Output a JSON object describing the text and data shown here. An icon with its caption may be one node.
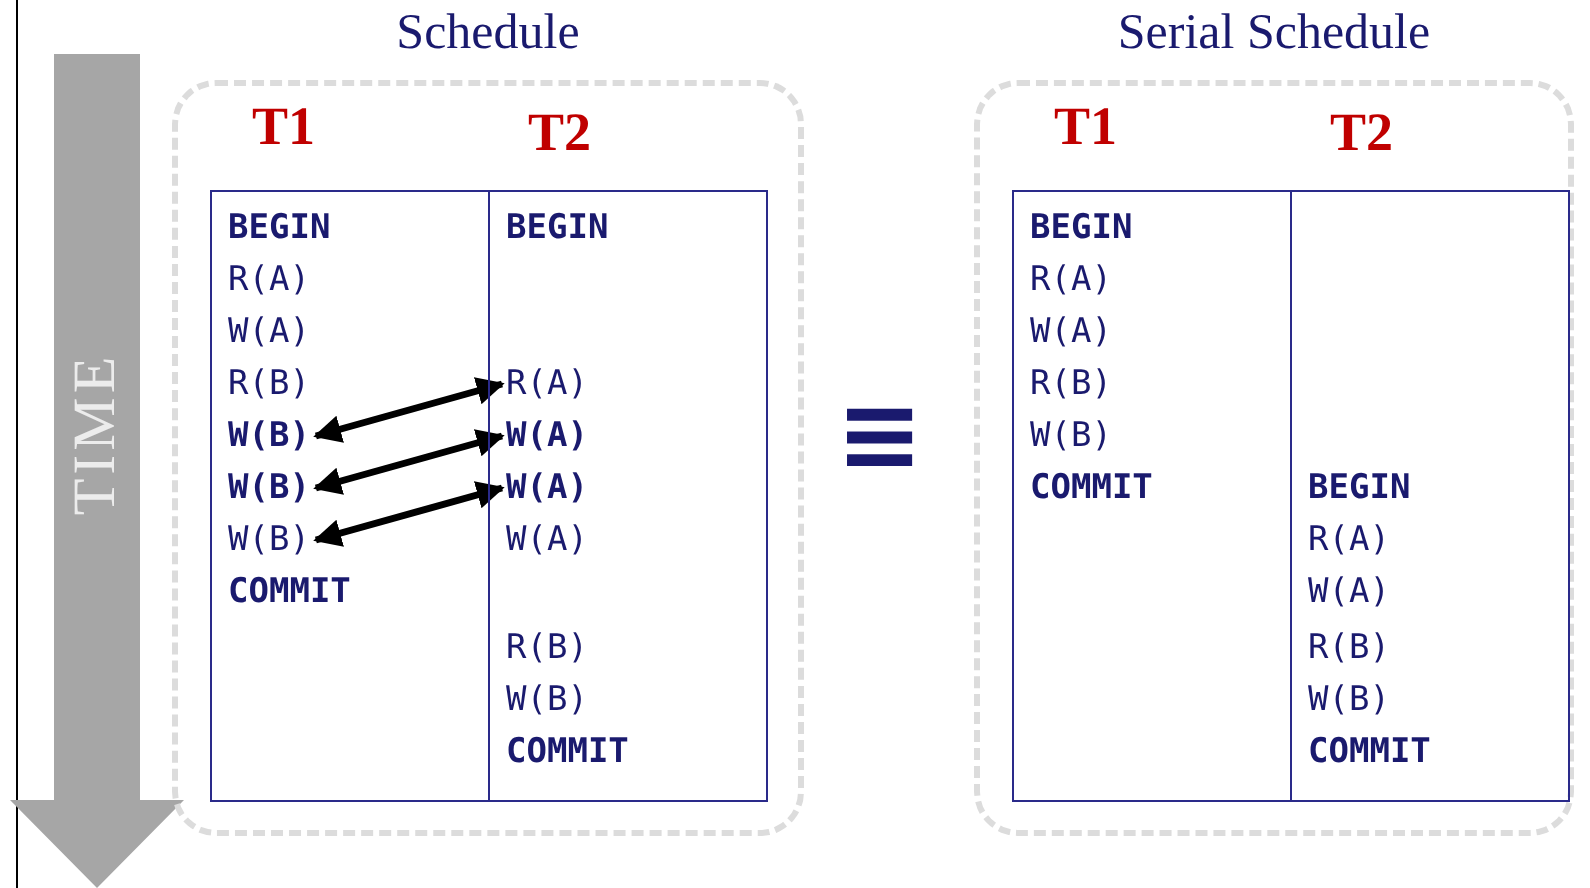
{
  "diagram": {
    "nodes": [
      {
        "text": [
          "TIME"
        ]
      },
      {
        "text": [
          "Schedule"
        ]
      },
      {
        "text": [
          "T1"
        ],
        "in": 1
      },
      {
        "text": [
          "BEGIN"
        ],
        "in": 2
      },
      {
        "text": [
          "R(A)"
        ],
        "in": 2
      },
      {
        "text": [
          "W(A)"
        ],
        "in": 2
      },
      {
        "text": [
          "R(B)"
        ],
        "in": 2
      },
      {
        "text": [
          "W(B)"
        ],
        "in": 2
      },
      {
        "text": [
          "W(B)"
        ],
        "in": 2
      },
      {
        "text": [
          "W(B)"
        ],
        "in": 2
      },
      {
        "text": [
          "COMMIT"
        ],
        "in": 2
      },
      {
        "text": [
          "T2"
        ],
        "in": 1
      },
      {
        "text": [
          "BEGIN"
        ],
        "in": 11
      },
      {
        "text": [
          "R(A)"
        ],
        "in": 11
      },
      {
        "text": [
          "W(A)"
        ],
        "in": 11
      },
      {
        "text": [
          "W(A)"
        ],
        "in": 11
      },
      {
        "text": [
          "W(A)"
        ],
        "in": 11
      },
      {
        "text": [
          "R(B)"
        ],
        "in": 11
      },
      {
        "text": [
          "W(B)"
        ],
        "in": 11
      },
      {
        "text": [
          "COMMIT"
        ],
        "in": 11
      },
      {
        "text": [
          "Serial Schedule"
        ]
      },
      {
        "text": [
          "T1"
        ],
        "in": 20
      },
      {
        "text": [
          "BEGIN"
        ],
        "in": 21
      },
      {
        "text": [
          "R(A)"
        ],
        "in": 21
      },
      {
        "text": [
          "W(A)"
        ],
        "in": 21
      },
      {
        "text": [
          "R(B)"
        ],
        "in": 21
      },
      {
        "text": [
          "W(B)"
        ],
        "in": 21
      },
      {
        "text": [
          "COMMIT"
        ],
        "in": 21
      },
      {
        "text": [
          "T2"
        ],
        "in": 20
      },
      {
        "text": [
          "BEGIN"
        ],
        "in": 28
      },
      {
        "text": [
          "R(A)"
        ],
        "in": 28
      },
      {
        "text": [
          "W(A)"
        ],
        "in": 28
      },
      {
        "text": [
          "R(B)"
        ],
        "in": 28
      },
      {
        "text": [
          "W(B)"
        ],
        "in": 28
      },
      {
        "text": [
          "COMMIT"
        ],
        "in": 28
      }
    ],
    "edges": [
      {
        "from": 13,
        "to": 7,
        "arrow": "both"
      },
      {
        "from": 14,
        "to": 8,
        "arrow": "both"
      },
      {
        "from": 15,
        "to": 9,
        "arrow": "both"
      }
    ],
    "labels": [
      "≡"
    ]
  }
}
